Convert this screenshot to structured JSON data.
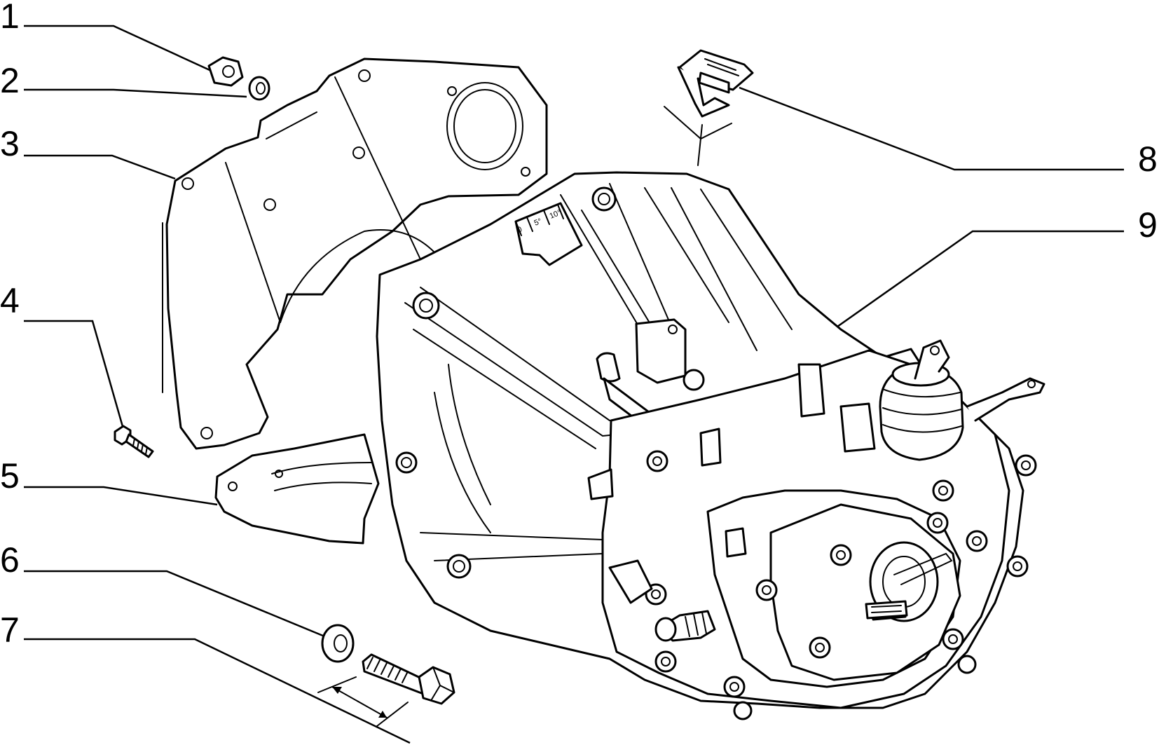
{
  "callouts": [
    {
      "id": "1",
      "label": "1"
    },
    {
      "id": "2",
      "label": "2"
    },
    {
      "id": "3",
      "label": "3"
    },
    {
      "id": "4",
      "label": "4"
    },
    {
      "id": "5",
      "label": "5"
    },
    {
      "id": "6",
      "label": "6"
    },
    {
      "id": "7",
      "label": "7"
    },
    {
      "id": "8",
      "label": "8"
    },
    {
      "id": "9",
      "label": "9"
    }
  ],
  "scale_marks": [
    "0",
    "5°",
    "10°"
  ]
}
